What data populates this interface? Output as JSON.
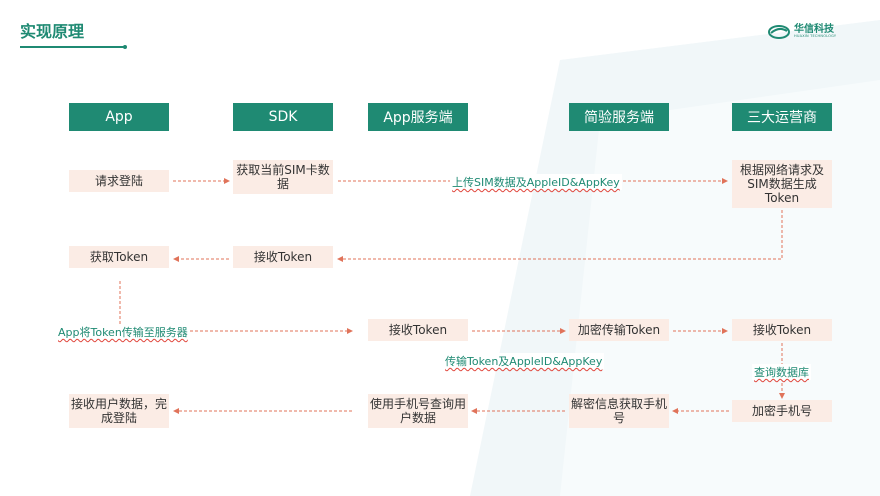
{
  "slide": {
    "title": "实现原理"
  },
  "logo": {
    "name": "华信科技",
    "sub": "HUAXIN TECHNOLOGY"
  },
  "columns": [
    "App",
    "SDK",
    "App服务端",
    "简验服务端",
    "三大运营商"
  ],
  "nodes": {
    "app_login": "请求登陆",
    "sdk_get_sim": "获取当前SIM卡数据",
    "carrier_generate": "根据网络请求及SIM数据生成Token",
    "sdk_recv_token": "接收Token",
    "app_get_token": "获取Token",
    "server_recv_token": "接收Token",
    "verify_encrypt": "加密传输Token",
    "carrier_recv_token": "接收Token",
    "carrier_encrypt_phone": "加密手机号",
    "verify_decrypt": "解密信息获取手机号",
    "server_query": "使用手机号查询用户数据",
    "app_finish": "接收用户数据，完成登陆"
  },
  "labels": {
    "upload": "上传SIM数据及AppleID&AppKey",
    "app_send": "App将Token传输至服务器",
    "transfer": "传输Token及AppleID&AppKey",
    "query_db": "查询数据库"
  },
  "colors": {
    "accent": "#1f8a73",
    "box_fill": "#fbece5",
    "arrow": "#e0735a"
  }
}
